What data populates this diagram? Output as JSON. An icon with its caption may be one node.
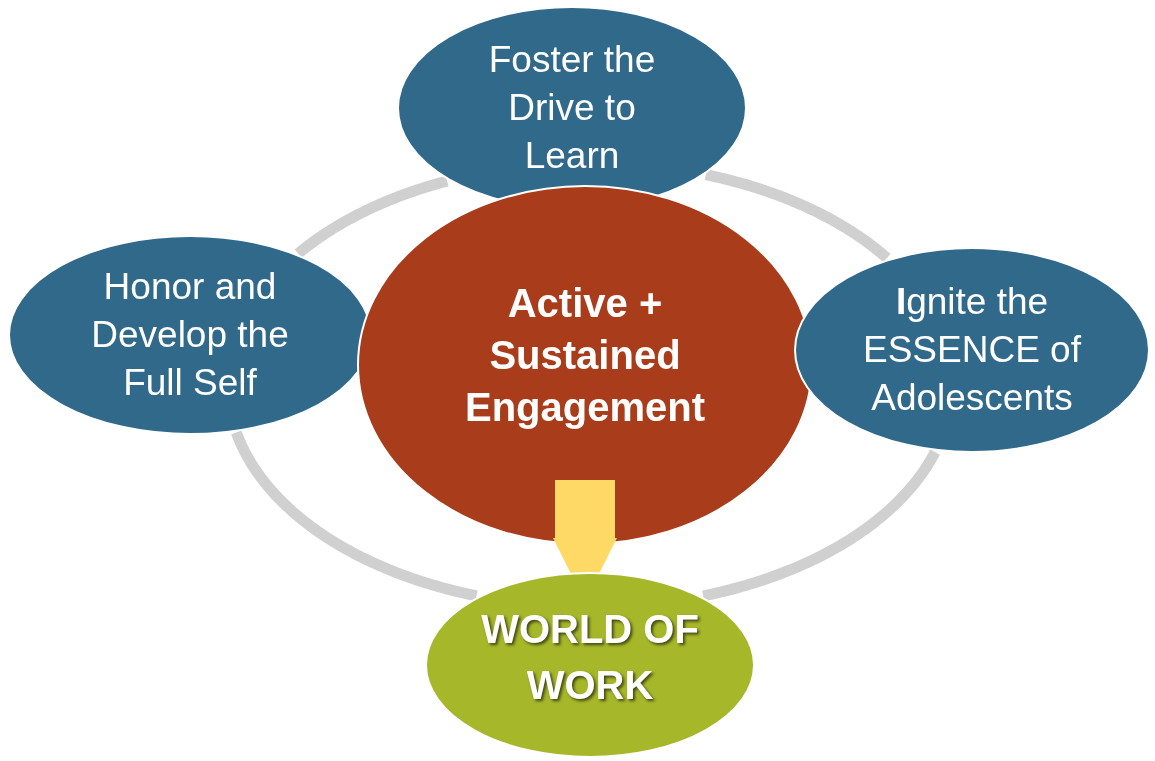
{
  "diagram": {
    "nodes": [
      {
        "text": [
          "Foster the Drive to Learn"
        ]
      },
      {
        "text": [
          "Honor and Develop the Full Self"
        ]
      },
      {
        "text": [
          "Active + Sustained Engagement"
        ]
      },
      {
        "text": [
          "**I**gnite the ESSENCE of Adolescents"
        ]
      },
      {
        "text": [
          "WORLD OF WORK"
        ]
      }
    ],
    "edges": [
      {
        "from": 2,
        "to": 4,
        "arrow": "to",
        "style": "thick",
        "color": "#ffd966"
      },
      {
        "from": 0,
        "to": 3,
        "arrow": "none",
        "color": "#d0d0d0"
      },
      {
        "from": 3,
        "to": 4,
        "arrow": "none",
        "color": "#d0d0d0"
      },
      {
        "from": 4,
        "to": 1,
        "arrow": "none",
        "color": "#d0d0d0"
      },
      {
        "from": 1,
        "to": 0,
        "arrow": "none",
        "color": "#d0d0d0"
      }
    ]
  }
}
